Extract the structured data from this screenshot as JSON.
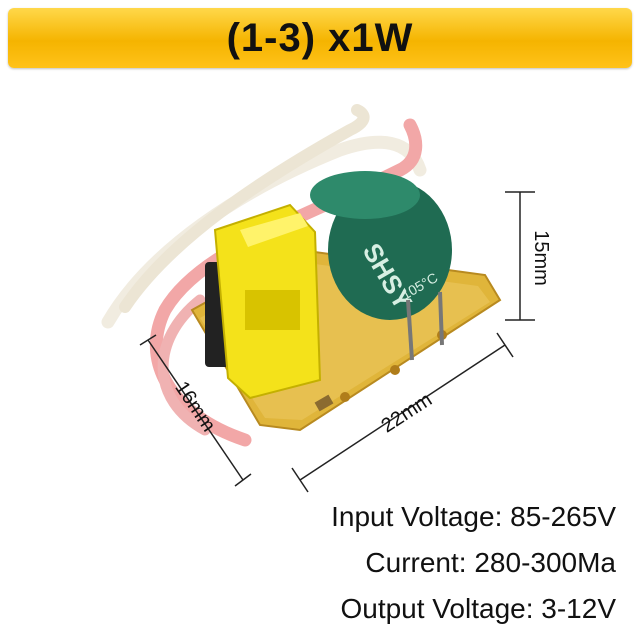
{
  "banner": {
    "title": "(1-3) x1W"
  },
  "dimensions": {
    "height": "15mm",
    "width": "16mm",
    "length": "22mm"
  },
  "specs": [
    "Input Voltage: 85-265V",
    "Current: 280-300Ma",
    "Output Voltage: 3-12V"
  ],
  "component_labels": {
    "capacitor_text": "SHSY",
    "temp_rating": "105°C"
  },
  "colors": {
    "banner": "#f5b400",
    "pcb": "#e0b53a",
    "capacitor": "#1f6b52",
    "transformer": "#f5e400"
  }
}
